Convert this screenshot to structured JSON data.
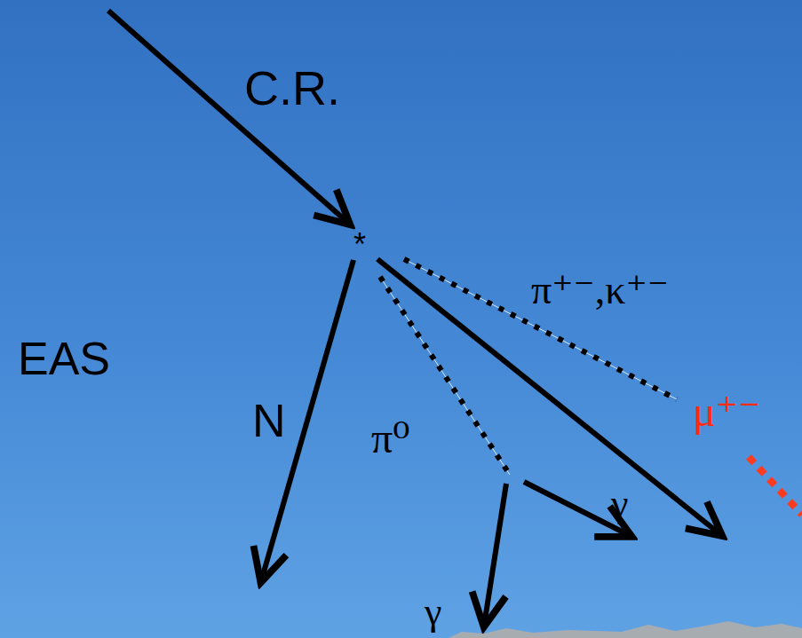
{
  "diagram": {
    "labels": [
      "C.R.",
      "*",
      "EAS",
      "N",
      "π⁰",
      "π⁺⁻,κ⁺⁻",
      "μ⁺⁻",
      "γ",
      "γ"
    ]
  }
}
